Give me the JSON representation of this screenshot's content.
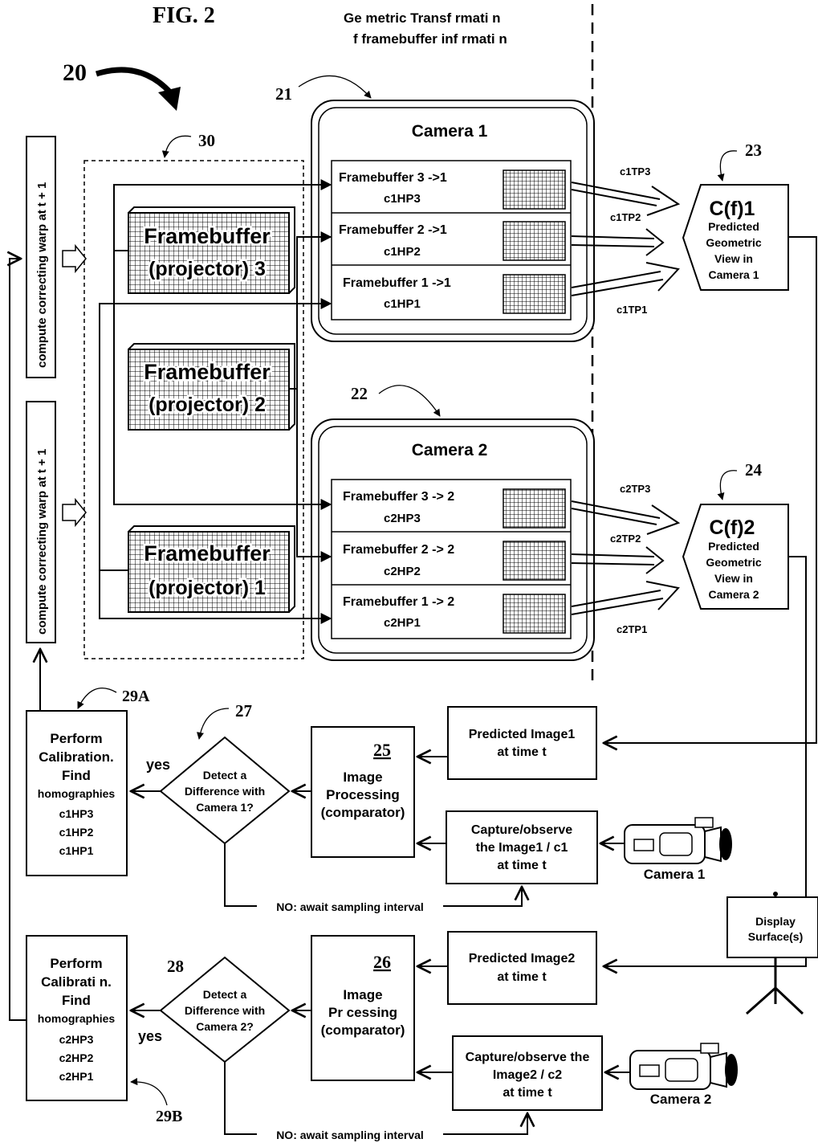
{
  "header": {
    "fig": "FIG. 2",
    "top_line1": "Ge  metric Transf  rmati  n",
    "top_line2": "f framebuffer inf  rmati  n"
  },
  "refs": {
    "r20": "20",
    "r21": "21",
    "r22": "22",
    "r23": "23",
    "r24": "24",
    "r25": "25",
    "r26": "26",
    "r27": "27",
    "r28": "28",
    "r30": "30",
    "r29a": "29A",
    "r29b": "29B"
  },
  "side_labels": {
    "warp_top": "compute correcting warp at t + 1",
    "warp_bottom": "compute correcting warp at t + 1"
  },
  "framebuffers": {
    "fb3_line1": "Framebuffer",
    "fb3_line2": "(projector) 3",
    "fb2_line1": "Framebuffer",
    "fb2_line2": "(projector) 2",
    "fb1_line1": "Framebuffer",
    "fb1_line2": "(projector) 1"
  },
  "camera1": {
    "title": "Camera 1",
    "rows": [
      {
        "label": "Framebuffer   3  ->1",
        "h": "c1HP3"
      },
      {
        "label": "Framebuffer   2  ->1",
        "h": "c1HP2"
      },
      {
        "label": "Framebuffer   1  ->1",
        "h": "c1HP1"
      }
    ],
    "t_labels": [
      "c1TP3",
      "c1TP2",
      "c1TP1"
    ],
    "predicted": {
      "head": "C(f)1",
      "l1": "Predicted",
      "l2": "Geometric",
      "l3": "View in",
      "l4": "Camera 1"
    }
  },
  "camera2": {
    "title": "Camera 2",
    "rows": [
      {
        "label": "Framebuffer   3 -> 2",
        "h": "c2HP3"
      },
      {
        "label": "Framebuffer   2 -> 2",
        "h": "c2HP2"
      },
      {
        "label": "Framebuffer   1 -> 2",
        "h": "c2HP1"
      }
    ],
    "t_labels": [
      "c2TP3",
      "c2TP2",
      "c2TP1"
    ],
    "predicted": {
      "head": "C(f)2",
      "l1": "Predicted",
      "l2": "Geometric",
      "l3": "View in",
      "l4": "Camera 2"
    }
  },
  "loop1": {
    "predicted_image": "Predicted Image1",
    "predicted_time": "at time t",
    "capture_l1": "Capture/observe",
    "capture_l2": "the Image1 / c1",
    "capture_l3": "at time t",
    "proc_l1": "Image",
    "proc_l2": "Processing",
    "proc_l3": "(comparator)",
    "detect_l1": "Detect  a",
    "detect_l2": "Difference with",
    "detect_l3": "Camera 1?",
    "yes": "yes",
    "no": "NO:  await sampling interval",
    "calib_l1": "Perform",
    "calib_l2": "Calibration.",
    "calib_l3": "Find",
    "calib_l4": "homographies",
    "camera": "Camera 1"
  },
  "loop2": {
    "predicted_image": "Predicted Image2",
    "predicted_time": "at time t",
    "capture_l1": "Capture/observe the",
    "capture_l2": "Image2 / c2",
    "capture_l3": "at time t",
    "proc_l1": "Image",
    "proc_l2": "Pr  cessing",
    "proc_l3": "(comparator)",
    "detect_l1": "Detect  a",
    "detect_l2": "Difference with",
    "detect_l3": "Camera 2?",
    "yes": "yes",
    "no": "NO:  await sampling interval",
    "calib_l1": "Perform",
    "calib_l2": "Calibrati  n.",
    "calib_l3": "Find",
    "calib_l4": "homographies",
    "camera": "Camera 2"
  },
  "display": {
    "l1": "Display",
    "l2": "Surface(s)"
  }
}
